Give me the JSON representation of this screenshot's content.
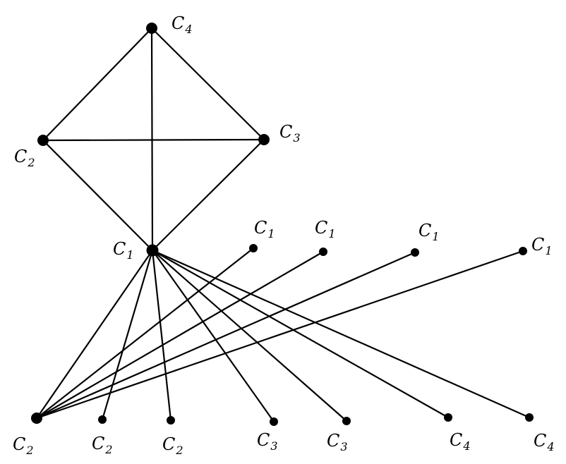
{
  "nodes": [
    {
      "id": "top",
      "label": "C",
      "sub": "4"
    },
    {
      "id": "left",
      "label": "C",
      "sub": "2"
    },
    {
      "id": "right",
      "label": "C",
      "sub": "3"
    },
    {
      "id": "hub",
      "label": "C",
      "sub": "1"
    },
    {
      "id": "r1",
      "label": "C",
      "sub": "1"
    },
    {
      "id": "r2",
      "label": "C",
      "sub": "1"
    },
    {
      "id": "r3",
      "label": "C",
      "sub": "1"
    },
    {
      "id": "r4",
      "label": "C",
      "sub": "1"
    },
    {
      "id": "b1",
      "label": "C",
      "sub": "2"
    },
    {
      "id": "b2",
      "label": "C",
      "sub": "2"
    },
    {
      "id": "b3",
      "label": "C",
      "sub": "2"
    },
    {
      "id": "b4",
      "label": "C",
      "sub": "3"
    },
    {
      "id": "b5",
      "label": "C",
      "sub": "3"
    },
    {
      "id": "b6",
      "label": "C",
      "sub": "4"
    },
    {
      "id": "b7",
      "label": "C",
      "sub": "4"
    }
  ],
  "edges": [
    [
      "top",
      "left"
    ],
    [
      "top",
      "right"
    ],
    [
      "top",
      "hub"
    ],
    [
      "left",
      "right"
    ],
    [
      "left",
      "hub"
    ],
    [
      "right",
      "hub"
    ],
    [
      "hub",
      "b1"
    ],
    [
      "hub",
      "b2"
    ],
    [
      "hub",
      "b3"
    ],
    [
      "hub",
      "b4"
    ],
    [
      "hub",
      "b5"
    ],
    [
      "hub",
      "b6"
    ],
    [
      "hub",
      "b7"
    ],
    [
      "b1",
      "r1"
    ],
    [
      "b1",
      "r2"
    ],
    [
      "b1",
      "r3"
    ],
    [
      "b1",
      "r4"
    ]
  ]
}
